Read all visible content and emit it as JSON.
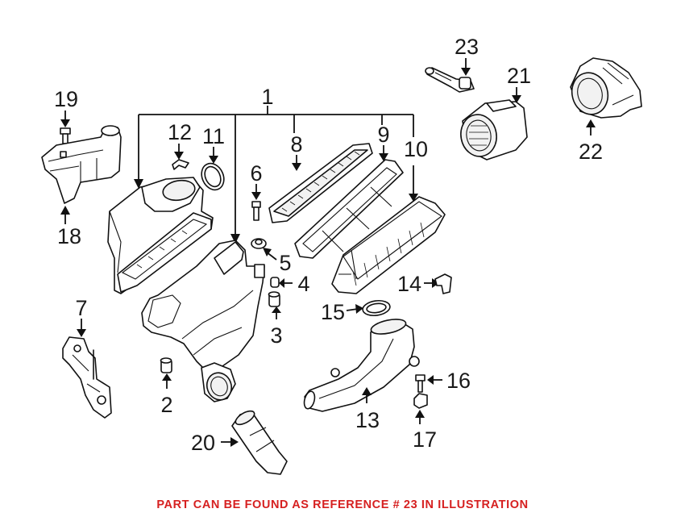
{
  "diagram": {
    "callouts": [
      {
        "id": "1",
        "label": "1"
      },
      {
        "id": "2",
        "label": "2"
      },
      {
        "id": "3",
        "label": "3"
      },
      {
        "id": "4",
        "label": "4"
      },
      {
        "id": "5",
        "label": "5"
      },
      {
        "id": "6",
        "label": "6"
      },
      {
        "id": "7",
        "label": "7"
      },
      {
        "id": "8",
        "label": "8"
      },
      {
        "id": "9",
        "label": "9"
      },
      {
        "id": "10",
        "label": "10"
      },
      {
        "id": "11",
        "label": "11"
      },
      {
        "id": "12",
        "label": "12"
      },
      {
        "id": "13",
        "label": "13"
      },
      {
        "id": "14",
        "label": "14"
      },
      {
        "id": "15",
        "label": "15"
      },
      {
        "id": "16",
        "label": "16"
      },
      {
        "id": "17",
        "label": "17"
      },
      {
        "id": "18",
        "label": "18"
      },
      {
        "id": "19",
        "label": "19"
      },
      {
        "id": "20",
        "label": "20"
      },
      {
        "id": "21",
        "label": "21"
      },
      {
        "id": "22",
        "label": "22"
      },
      {
        "id": "23",
        "label": "23"
      }
    ]
  },
  "footer": {
    "note": "PART CAN BE FOUND AS REFERENCE # 23 IN ILLUSTRATION",
    "note_color": "#d62020"
  }
}
